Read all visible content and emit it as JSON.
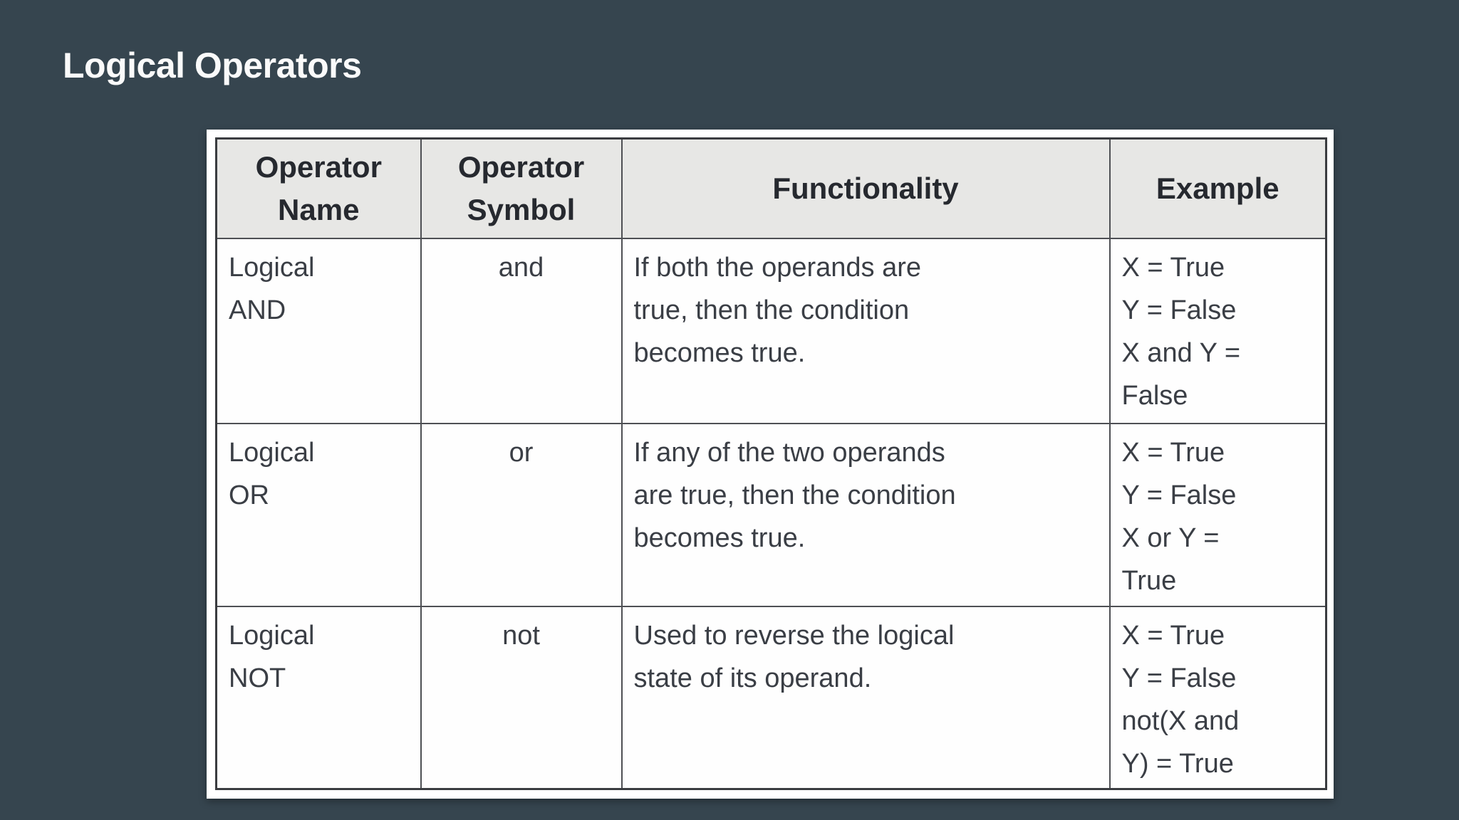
{
  "page": {
    "title": "Logical Operators"
  },
  "colors": {
    "color_background": "#36454f",
    "color_title": "#fafafa",
    "color_frame": "#ffffff",
    "color_header_bg": "#e7e7e5",
    "color_body_bg": "#fefefe",
    "color_border": "#4e5054",
    "color_outer_border": "#3a3c40",
    "color_header_text": "#26292f",
    "color_body_text": "#3a3e45"
  },
  "table": {
    "headers": {
      "name": {
        "lines": [
          "Operator",
          "Name"
        ]
      },
      "symbol": {
        "lines": [
          "Operator",
          "Symbol"
        ]
      },
      "functionality": {
        "lines": [
          "Functionality"
        ]
      },
      "example": {
        "lines": [
          "Example"
        ]
      }
    },
    "rows": [
      {
        "name_lines": [
          "Logical",
          "AND"
        ],
        "symbol": "and",
        "functionality_lines": [
          "If both the operands are",
          "true, then the condition",
          "becomes true."
        ],
        "example_lines": [
          "X = True",
          "Y = False",
          "X and Y =",
          "False"
        ]
      },
      {
        "name_lines": [
          "Logical",
          "OR"
        ],
        "symbol": "or",
        "functionality_lines": [
          "If any of the two operands",
          "are true, then the condition",
          "becomes true."
        ],
        "example_lines": [
          "X = True",
          "Y = False",
          "X or Y =",
          "True"
        ]
      },
      {
        "name_lines": [
          "Logical",
          "NOT"
        ],
        "symbol": "not",
        "functionality_lines": [
          "Used to reverse the logical",
          "state of its operand."
        ],
        "example_lines": [
          "X = True",
          "Y = False",
          "not(X and",
          "Y) = True"
        ]
      }
    ]
  }
}
